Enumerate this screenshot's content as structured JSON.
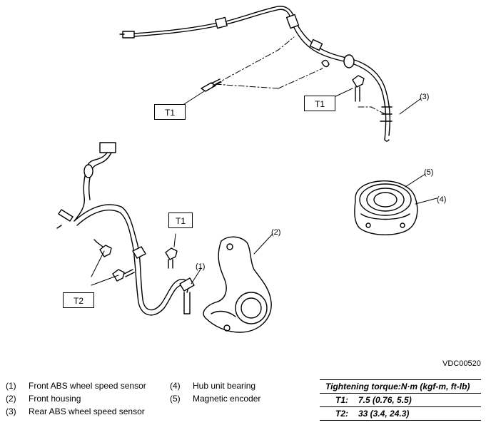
{
  "diagram": {
    "code": "VDC00520",
    "torque_boxes": [
      "T1",
      "T1",
      "T1",
      "T2"
    ],
    "callouts": [
      "(1)",
      "(2)",
      "(3)",
      "(4)",
      "(5)"
    ]
  },
  "legend": {
    "left": [
      {
        "num": "(1)",
        "label": "Front ABS wheel speed sensor"
      },
      {
        "num": "(2)",
        "label": "Front housing"
      },
      {
        "num": "(3)",
        "label": "Rear ABS wheel speed sensor"
      }
    ],
    "right": [
      {
        "num": "(4)",
        "label": "Hub unit bearing"
      },
      {
        "num": "(5)",
        "label": "Magnetic encoder"
      }
    ]
  },
  "torque_table": {
    "header": "Tightening torque:N·m (kgf-m, ft-lb)",
    "rows": [
      {
        "label": "T1:",
        "value": "7.5 (0.76, 5.5)"
      },
      {
        "label": "T2:",
        "value": "33 (3.4, 24.3)"
      }
    ]
  }
}
